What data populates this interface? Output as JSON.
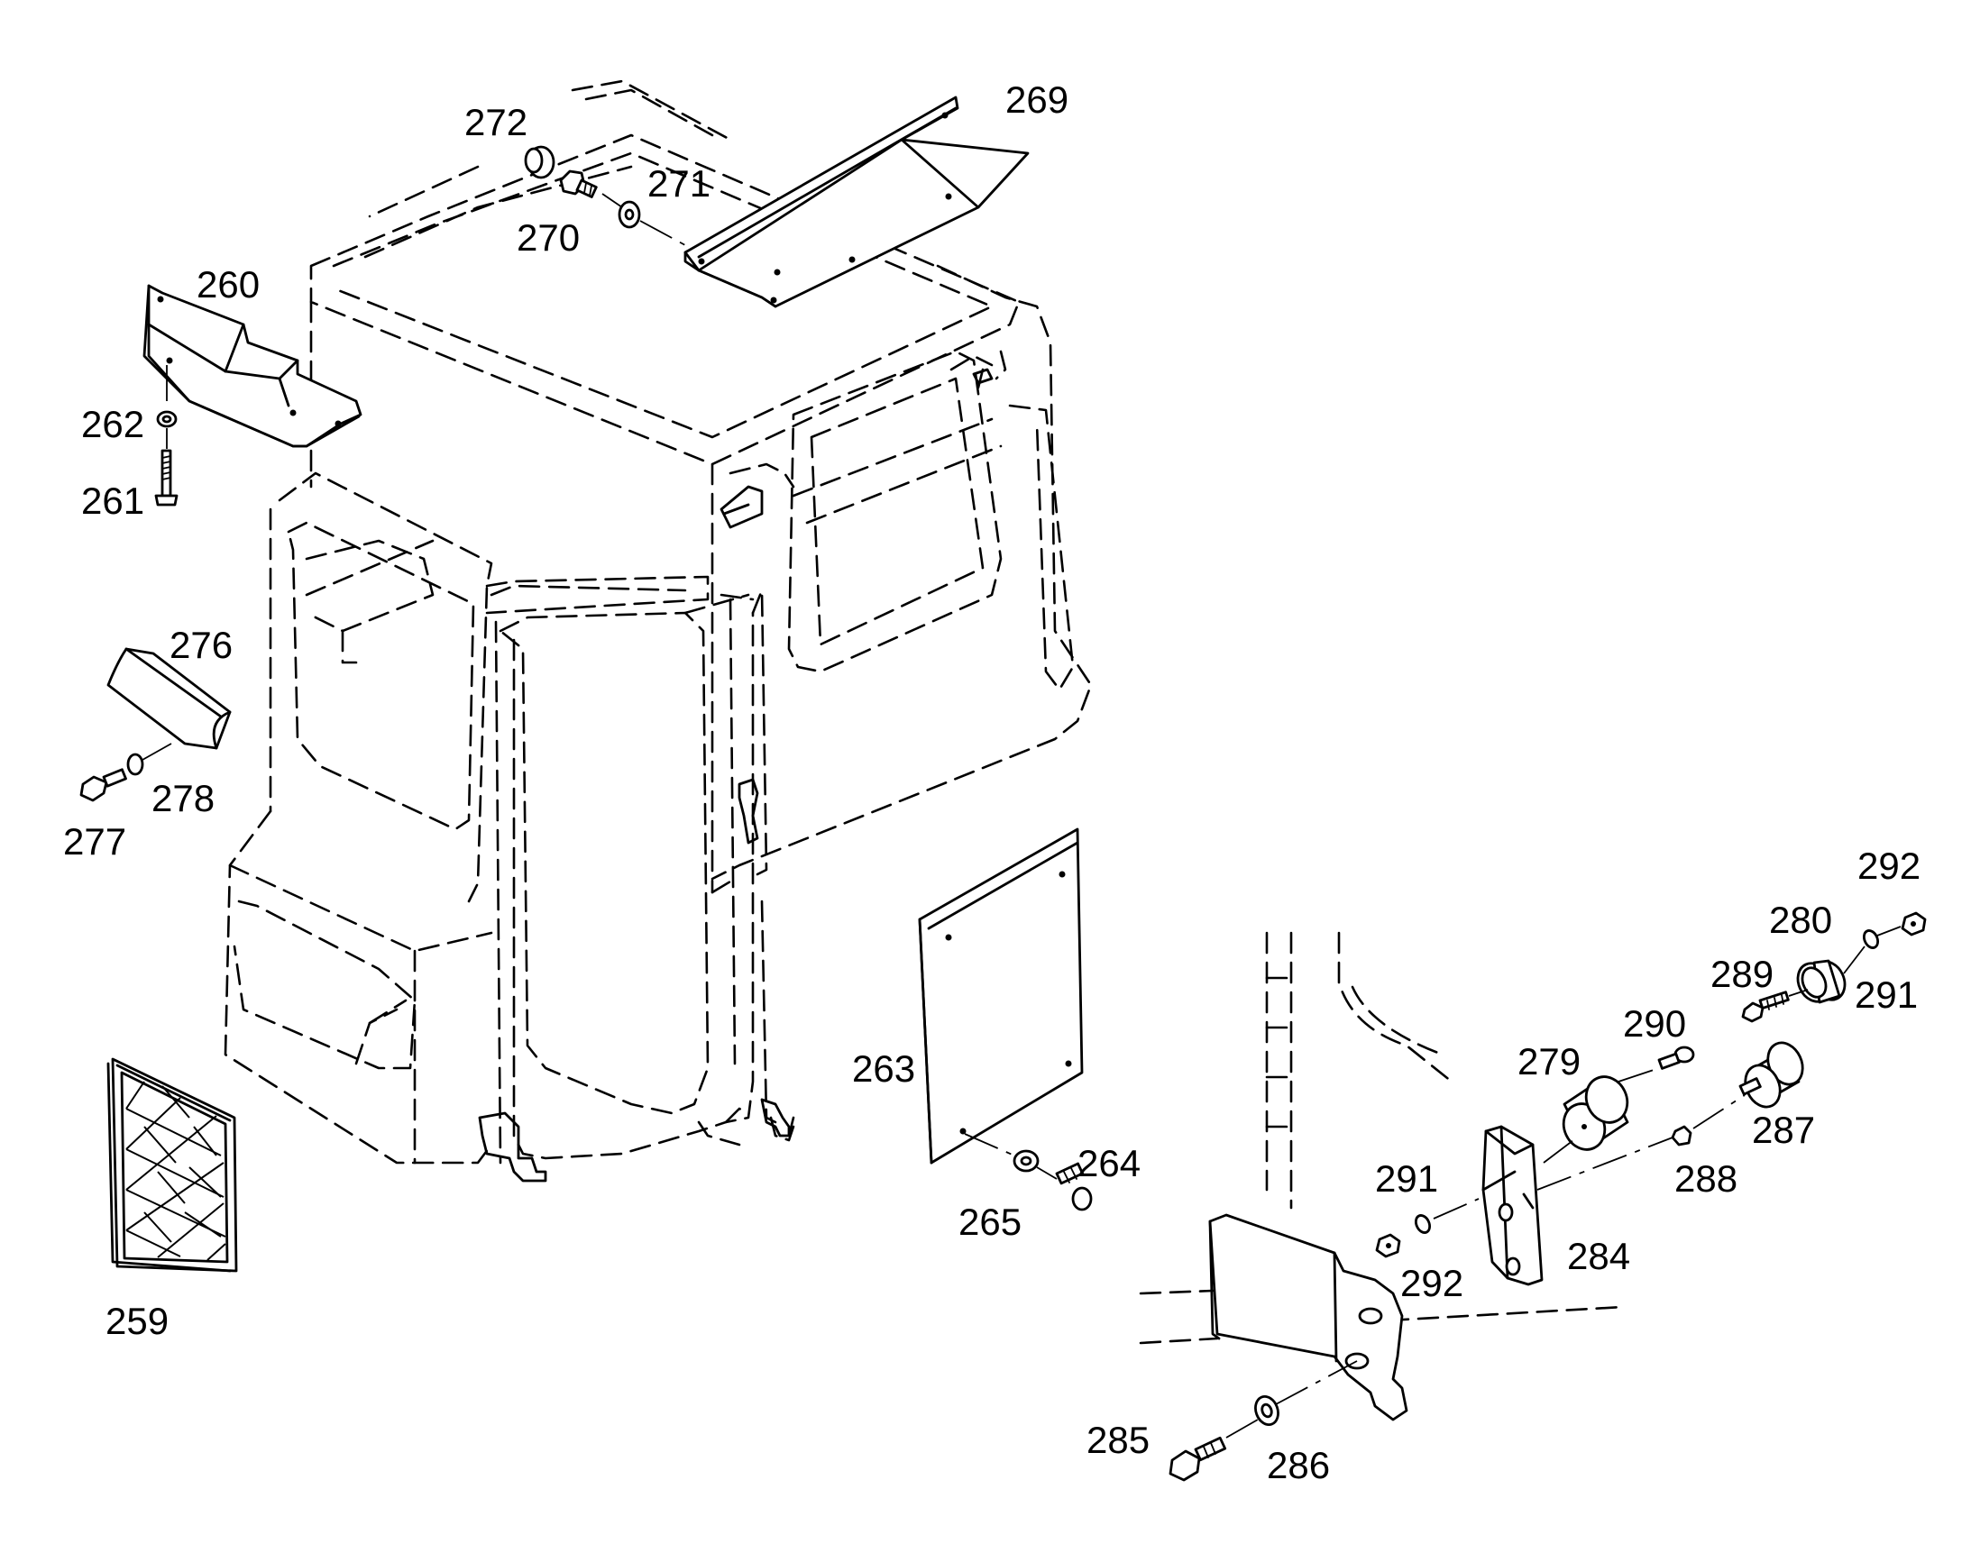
{
  "parts": [
    {
      "number": "272"
    },
    {
      "number": "269"
    },
    {
      "number": "271"
    },
    {
      "number": "270"
    },
    {
      "number": "260"
    },
    {
      "number": "262"
    },
    {
      "number": "261"
    },
    {
      "number": "276"
    },
    {
      "number": "278"
    },
    {
      "number": "277"
    },
    {
      "number": "259"
    },
    {
      "number": "263"
    },
    {
      "number": "264"
    },
    {
      "number": "265"
    },
    {
      "number": "292"
    },
    {
      "number": "280"
    },
    {
      "number": "289"
    },
    {
      "number": "291"
    },
    {
      "number": "290"
    },
    {
      "number": "279"
    },
    {
      "number": "287"
    },
    {
      "number": "291"
    },
    {
      "number": "288"
    },
    {
      "number": "292"
    },
    {
      "number": "284"
    },
    {
      "number": "285"
    },
    {
      "number": "286"
    }
  ]
}
